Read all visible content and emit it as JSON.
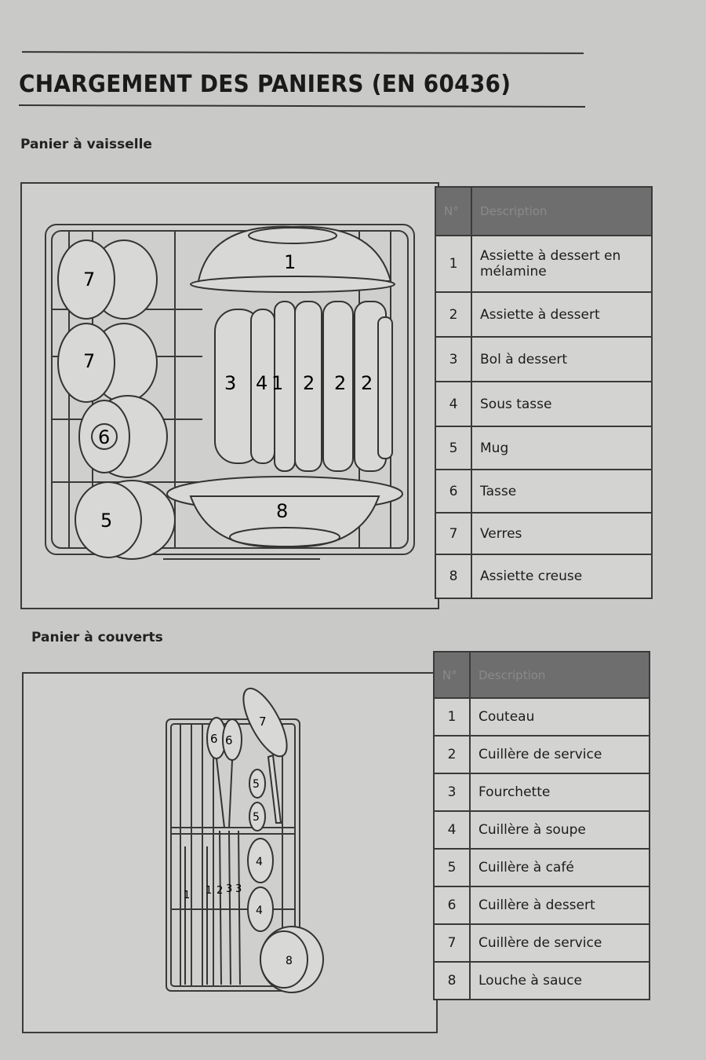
{
  "page": {
    "title": "CHARGEMENT DES PANIERS (EN 60436)"
  },
  "dish_basket": {
    "heading": "Panier à vaisselle",
    "table_header": {
      "number": "N°",
      "description": "Description"
    },
    "rows": [
      {
        "number": "1",
        "description": "Assiette à dessert en mélamine"
      },
      {
        "number": "2",
        "description": "Assiette à dessert"
      },
      {
        "number": "3",
        "description": "Bol à dessert"
      },
      {
        "number": "4",
        "description": "Sous tasse"
      },
      {
        "number": "5",
        "description": "Mug"
      },
      {
        "number": "6",
        "description": "Tasse"
      },
      {
        "number": "7",
        "description": "Verres"
      },
      {
        "number": "8",
        "description": "Assiette creuse"
      }
    ],
    "diagram_labels": {
      "glass_top": "7",
      "glass_mid": "7",
      "cup": "6",
      "mug": "5",
      "bowl_top": "1",
      "bowl_bottom": "8",
      "plates": [
        "3",
        "4",
        "1",
        "2",
        "2",
        "2"
      ]
    }
  },
  "cutlery_basket": {
    "heading": "Panier à couverts",
    "table_header": {
      "number": "N°",
      "description": "Description"
    },
    "rows": [
      {
        "number": "1",
        "description": "Couteau"
      },
      {
        "number": "2",
        "description": "Cuillère de service"
      },
      {
        "number": "3",
        "description": "Fourchette"
      },
      {
        "number": "4",
        "description": "Cuillère à soupe"
      },
      {
        "number": "5",
        "description": "Cuillère à café"
      },
      {
        "number": "6",
        "description": "Cuillère à dessert"
      },
      {
        "number": "7",
        "description": "Cuillère de service"
      },
      {
        "number": "8",
        "description": "Louche à sauce"
      }
    ],
    "diagram_labels": {
      "dessert_a": "6",
      "dessert_b": "6",
      "serving_top": "7",
      "tea_a": "5",
      "tea_b": "5",
      "soup_a": "4",
      "soup_b": "4",
      "knife_a": "1",
      "knife_b": "1",
      "serving_low": "2",
      "fork_a": "3",
      "fork_b": "3",
      "ladle": "8"
    }
  }
}
